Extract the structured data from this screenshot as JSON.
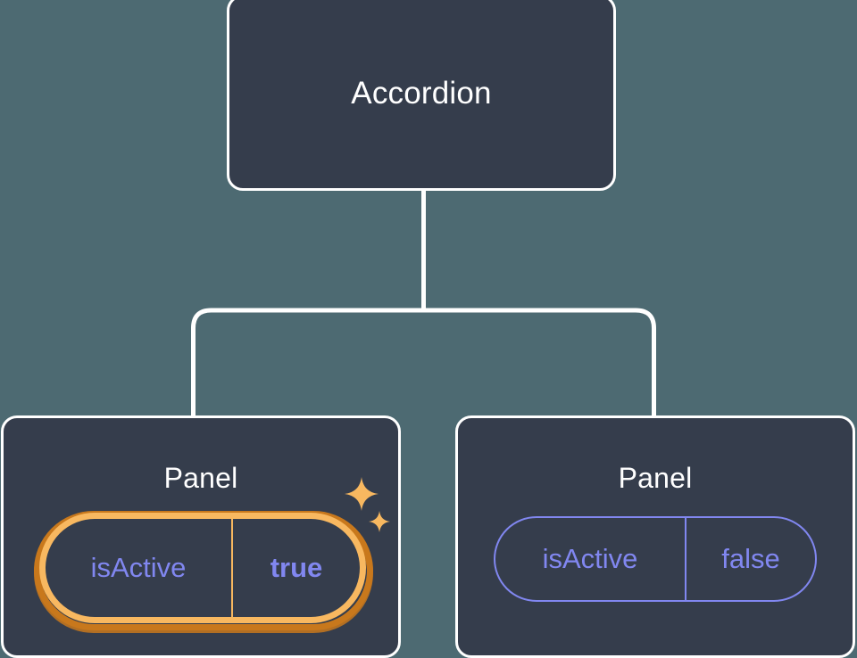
{
  "background_color": "#4d6a72",
  "card": {
    "fill": "#353d4c",
    "border_color": "#ffffff"
  },
  "accent": {
    "prop_purple": "#8187f0",
    "highlight_orange_outer": "#c8781c",
    "highlight_orange_inner": "#f8b860"
  },
  "tree": {
    "root": {
      "label": "Accordion"
    },
    "children": [
      {
        "label": "Panel",
        "highlighted": true,
        "prop": {
          "key": "isActive",
          "value": "true"
        },
        "sparkles": [
          "sparkle-large-icon",
          "sparkle-small-icon"
        ]
      },
      {
        "label": "Panel",
        "highlighted": false,
        "prop": {
          "key": "isActive",
          "value": "false"
        }
      }
    ]
  }
}
